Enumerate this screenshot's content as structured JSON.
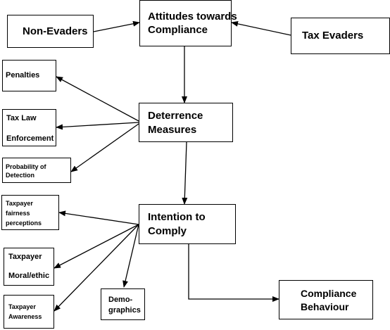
{
  "nodes": {
    "non_evaders": "Non-Evaders",
    "attitudes": "Attitudes towards Compliance",
    "attitudes_l1": "Attitudes towards",
    "attitudes_l2": "Compliance",
    "tax_evaders": "Tax Evaders",
    "penalties": "Penalties",
    "tax_law_l1": "Tax Law",
    "tax_law_l2": "Enforcement",
    "probability_l1": "Probability of",
    "probability_l2": "Detection",
    "deterrence_l1": "Deterrence",
    "deterrence_l2": "Measures",
    "fairness_l1": "Taxpayer",
    "fairness_l2": "fairness",
    "fairness_l3": "perceptions",
    "intention_l1": "Intention to",
    "intention_l2": "Comply",
    "moral_l1": "Taxpayer",
    "moral_l2": "Moral/ethic",
    "awareness_l1": "Taxpayer",
    "awareness_l2": "Awareness",
    "demographics_l1": "Demo-",
    "demographics_l2": "graphics",
    "compliance_l1": "Compliance",
    "compliance_l2": "Behaviour"
  },
  "edges": [
    {
      "from": "non_evaders",
      "to": "attitudes"
    },
    {
      "from": "tax_evaders",
      "to": "attitudes"
    },
    {
      "from": "attitudes",
      "to": "deterrence_measures"
    },
    {
      "from": "deterrence_measures",
      "to": "penalties"
    },
    {
      "from": "deterrence_measures",
      "to": "tax_law_enforcement"
    },
    {
      "from": "deterrence_measures",
      "to": "probability_of_detection"
    },
    {
      "from": "deterrence_measures",
      "to": "intention_to_comply"
    },
    {
      "from": "intention_to_comply",
      "to": "taxpayer_fairness_perceptions"
    },
    {
      "from": "intention_to_comply",
      "to": "taxpayer_moral_ethic"
    },
    {
      "from": "intention_to_comply",
      "to": "taxpayer_awareness"
    },
    {
      "from": "intention_to_comply",
      "to": "demographics"
    },
    {
      "from": "intention_to_comply",
      "to": "compliance_behaviour"
    }
  ],
  "colors": {
    "stroke": "#000000",
    "fill": "#ffffff",
    "text": "#000000"
  }
}
